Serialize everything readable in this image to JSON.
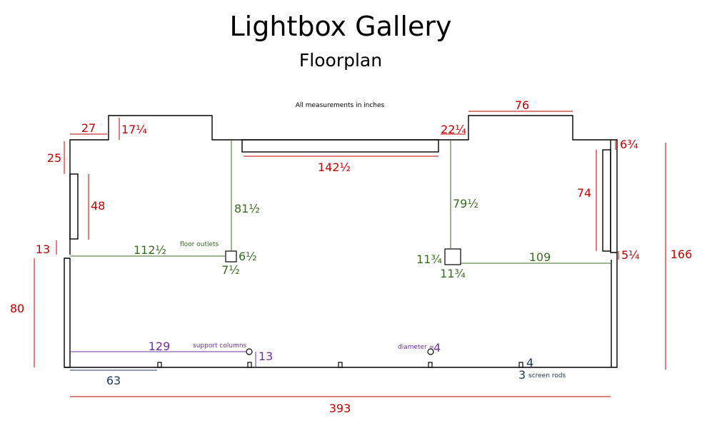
{
  "title": "Lightbox Gallery",
  "subtitle": "Floorplan",
  "note": "All measurements in inches",
  "colors": {
    "wall": "#000000",
    "red": "#c00000",
    "green": "#3a6b22",
    "purple": "#7030a0",
    "navy": "#1f3864"
  },
  "dimensions": {
    "top_left_ledge": "27",
    "top_left_notch": "17¼",
    "left_upper_wall": "25",
    "left_lightbox": "48",
    "left_gap": "13",
    "left_lower_wall": "80",
    "top_center_lightbox": "142½",
    "top_right_notch": "22¼",
    "top_right_bump": "76",
    "right_top_wall": "6¾",
    "right_lightbox": "74",
    "right_gap": "5¼",
    "overall_height": "166",
    "left_outlet_vertical": "81½",
    "left_outlet_horizontal": "112½",
    "left_outlet_size_a": "6½",
    "left_outlet_size_b": "7½",
    "right_outlet_vertical": "79½",
    "right_outlet_size_a": "11¾",
    "right_outlet_size_b": "11¾",
    "right_outlet_horizontal": "109",
    "column_distance": "129",
    "column_offset": "13",
    "column_diameter": "4",
    "rod_spacing": "63",
    "rod_width": "4",
    "rod_depth": "3",
    "overall_width": "393"
  },
  "labels": {
    "floor_outlets": "floor outlets",
    "support_columns": "support columns",
    "diameter": "diameter =",
    "screen_rods": "screen rods"
  }
}
